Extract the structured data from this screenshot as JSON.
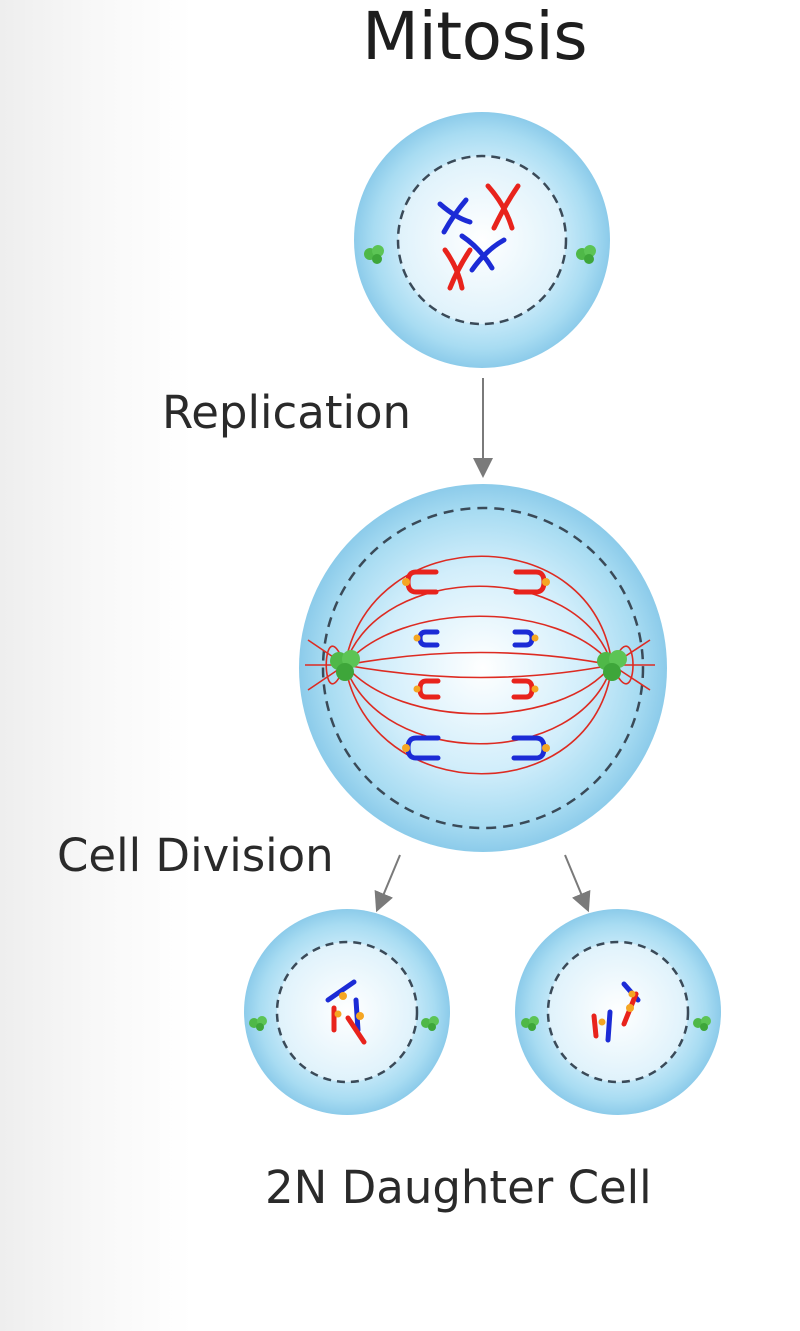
{
  "title": "Mitosis",
  "labels": {
    "replication": "Replication",
    "cell_division": "Cell Division",
    "daughter_cell": "2N Daughter Cell"
  },
  "stages": [
    {
      "name": "parent-cell",
      "chromosomes": 4
    },
    {
      "name": "dividing-cell",
      "chromosome_pairs": 4
    },
    {
      "name": "daughter-cell",
      "count": 2
    }
  ],
  "colors": {
    "cytoplasm": "#a8dcf2",
    "cytoplasm_edge": "#8ccbea",
    "nucleus": "#e2f4fb",
    "chromosome_red": "#e8231c",
    "chromosome_blue": "#1b2bd6",
    "spindle": "#dd2b22",
    "centrosome": "#4fb848",
    "centromere": "#f5a623",
    "arrow": "#7a7a7a"
  }
}
